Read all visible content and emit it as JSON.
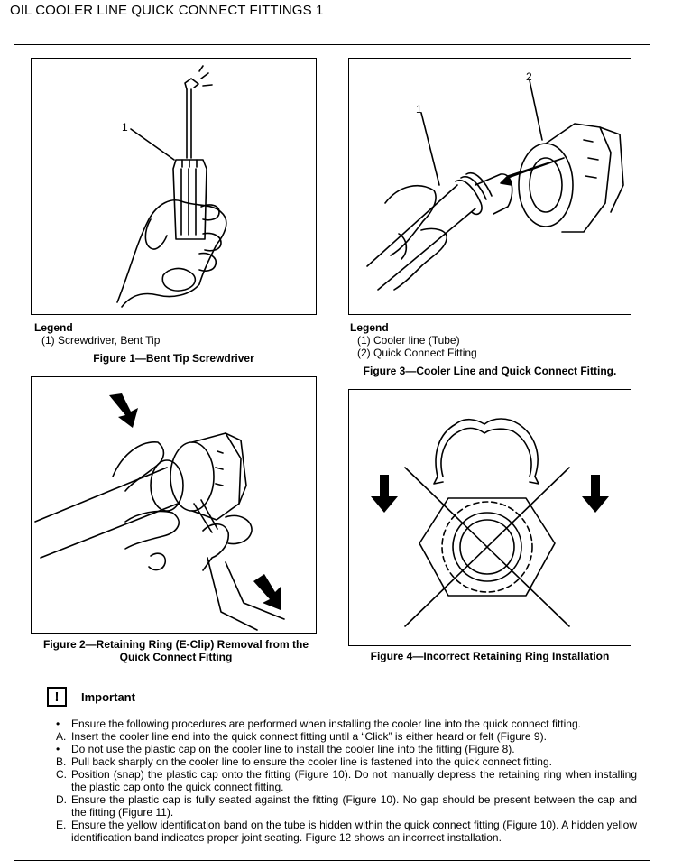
{
  "page": {
    "title": "OIL COOLER LINE QUICK CONNECT FITTINGS 1"
  },
  "figure1": {
    "legend_heading": "Legend",
    "legend_items": [
      "(1) Screwdriver, Bent Tip"
    ],
    "callouts": [
      "1"
    ],
    "caption": "Figure 1—Bent Tip Screwdriver"
  },
  "figure3": {
    "legend_heading": "Legend",
    "legend_items": [
      "(1) Cooler line (Tube)",
      "(2) Quick Connect Fitting"
    ],
    "callouts": [
      "1",
      "2"
    ],
    "caption": "Figure 3—Cooler Line and Quick Connect Fitting."
  },
  "figure2": {
    "caption_line1": "Figure 2—Retaining Ring (E-Clip) Removal from the",
    "caption_line2": "Quick Connect Fitting"
  },
  "figure4": {
    "caption": "Figure 4—Incorrect Retaining Ring Installation"
  },
  "important": {
    "icon_glyph": "!",
    "label": "Important"
  },
  "steps": [
    {
      "marker": "•",
      "text": "Ensure the following procedures are performed when installing the cooler line into the quick connect fitting."
    },
    {
      "marker": "A.",
      "text": "Insert the cooler line end into the quick connect fitting until a “Click” is either heard or felt (Figure 9)."
    },
    {
      "marker": "•",
      "text": "Do not use the plastic cap on the cooler line to install the cooler line into the fitting (Figure 8)."
    },
    {
      "marker": "B.",
      "text": "Pull back sharply on the cooler line to ensure the cooler line is fastened into the quick connect fitting."
    },
    {
      "marker": "C.",
      "text": "Position (snap) the plastic cap onto the fitting (Figure 10). Do not manually depress the retaining ring when installing the plastic cap onto the quick connect fitting."
    },
    {
      "marker": "D.",
      "text": "Ensure the plastic cap is fully seated against the fitting (Figure 10). No gap should be present between the cap and the fitting (Figure 11)."
    },
    {
      "marker": "E.",
      "text": "Ensure the yellow identification band on the tube is hidden within the quick connect fitting (Figure 10). A hidden yellow identification band indicates proper joint seating. Figure 12 shows an incorrect installation."
    }
  ]
}
